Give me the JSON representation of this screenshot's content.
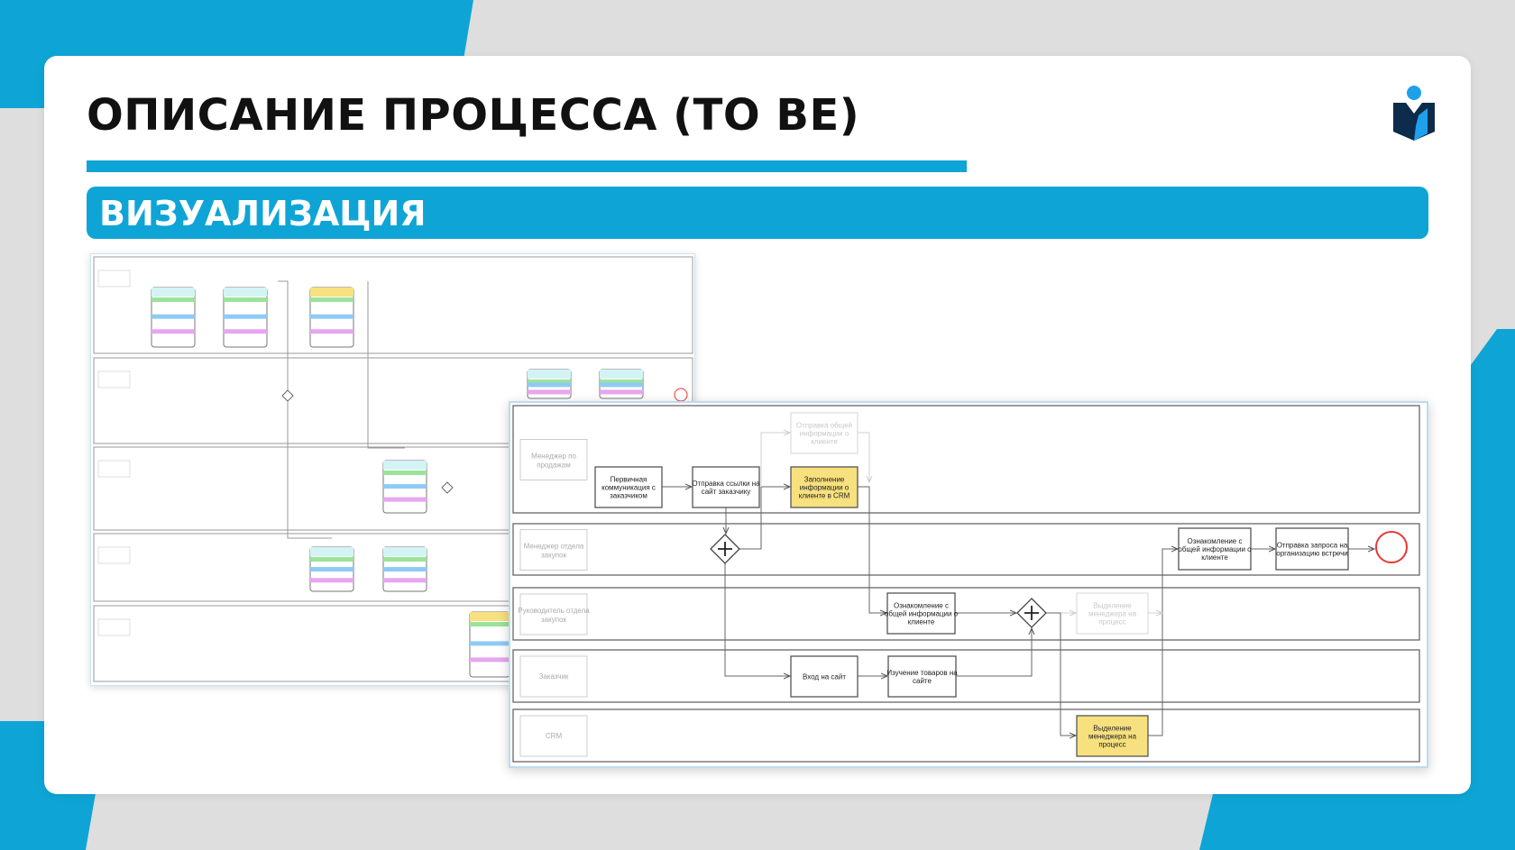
{
  "slide": {
    "title": "ОПИСАНИЕ ПРОЦЕССА (TO BE)",
    "section": "ВИЗУАЛИЗАЦИЯ",
    "accent_color": "#0ea5d6",
    "logo": "M-person-shield-logo"
  },
  "diagram": {
    "lanes": [
      "Менеджер по продажам",
      "Менеджер отдела закупок",
      "Руководитель отдела закупок",
      "Заказчик",
      "CRM"
    ],
    "tasks": {
      "primary_comm": [
        "Первичная",
        "коммуникация с",
        "заказчиком"
      ],
      "send_link": [
        "Отправка ссылки на",
        "сайт заказчику"
      ],
      "send_info": [
        "Отправка общей",
        "информации о",
        "клиенте"
      ],
      "fill_crm": [
        "Заполнение",
        "информации о",
        "клиенте в CRM"
      ],
      "review_head": [
        "Ознакомление с",
        "общей информации о",
        "клиенте"
      ],
      "enter_site": [
        "Вход на сайт"
      ],
      "study_goods": [
        "Изучение товаров на",
        "сайте"
      ],
      "assign_faint": [
        "Выделение",
        "менеджера на",
        "процесс"
      ],
      "assign_crm": [
        "Выделение",
        "менеджера на",
        "процесс"
      ],
      "review_mgr": [
        "Ознакомление с",
        "общей информации о",
        "клиенте"
      ],
      "send_request": [
        "Отправка запроса на",
        "организацию встречи"
      ]
    },
    "highlight_color": "#f7e07e",
    "end_event_color": "#e53935"
  }
}
